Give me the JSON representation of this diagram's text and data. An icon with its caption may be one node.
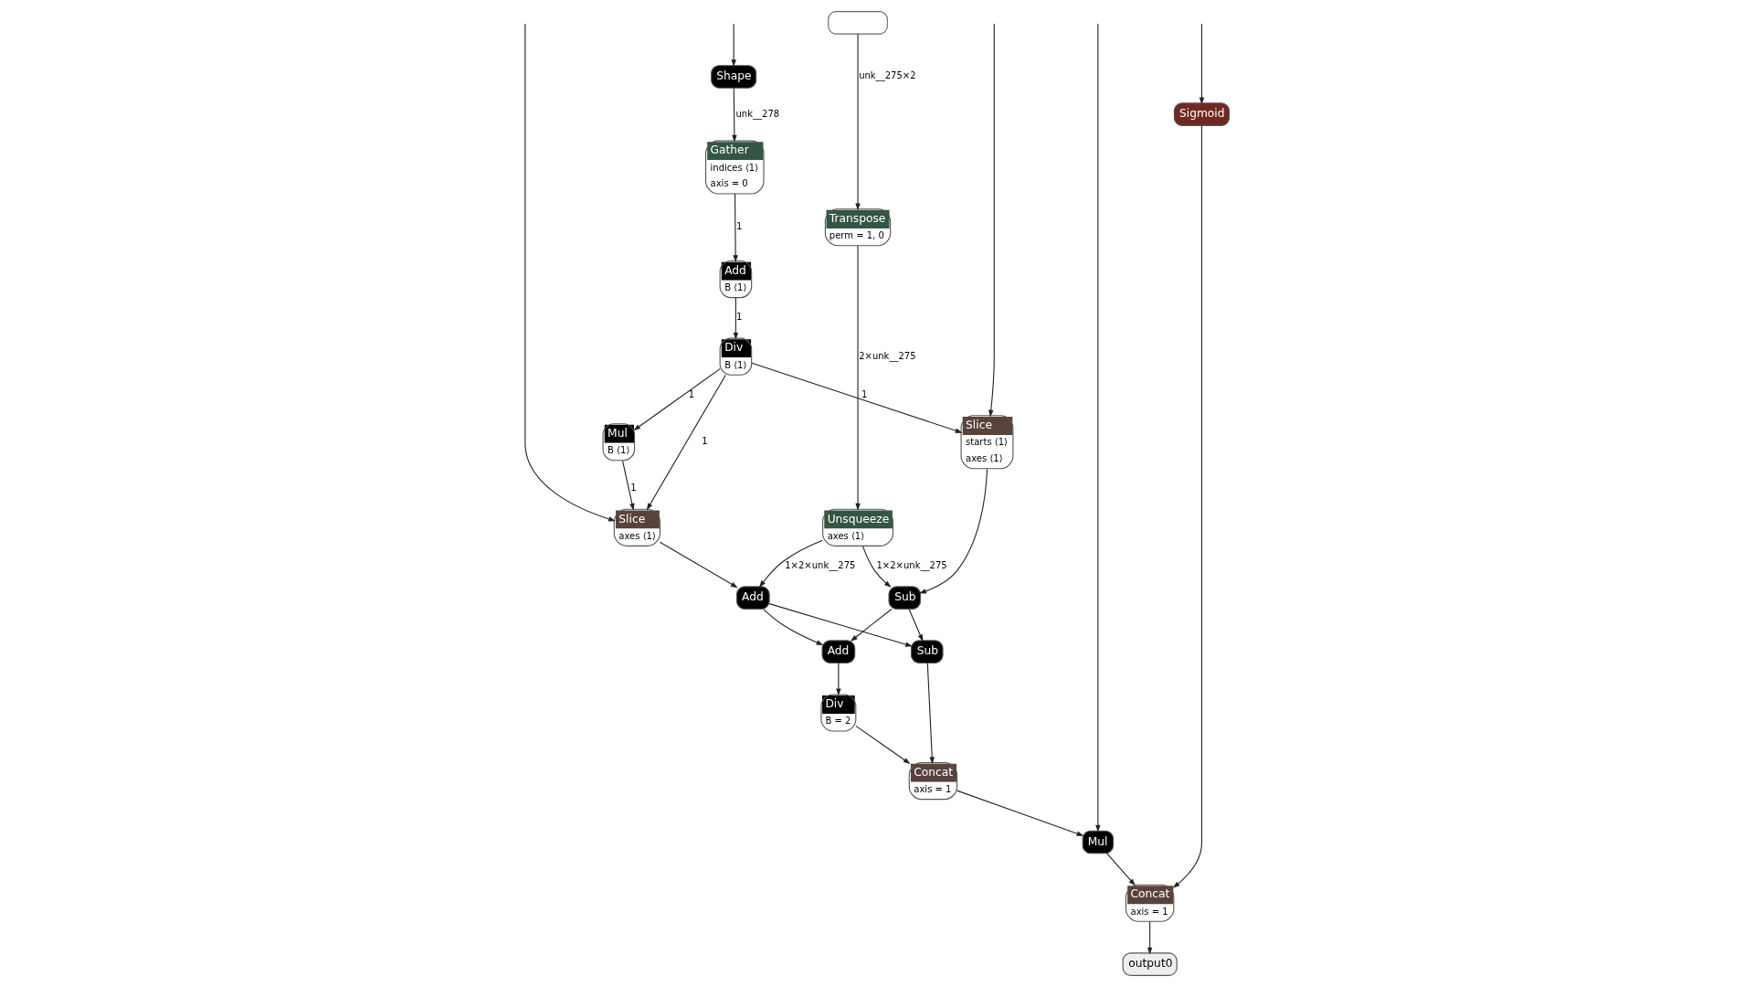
{
  "diagram": {
    "nodes": [
      {
        "text": [],
        "shape": "box"
      },
      {
        "text": [
          "Transpose",
          "perm = 1, 0"
        ]
      },
      {
        "text": [
          "Shape"
        ]
      },
      {
        "text": [
          "Gather",
          "indices ⟨1⟩",
          "axis = 0"
        ]
      },
      {
        "text": [
          "Add",
          "B ⟨1⟩"
        ]
      },
      {
        "text": [
          "Div",
          "B ⟨1⟩"
        ]
      },
      {
        "text": [
          "Slice",
          "starts ⟨1⟩",
          "axes ⟨1⟩"
        ]
      },
      {
        "text": [
          "Mul",
          "B ⟨1⟩"
        ]
      },
      {
        "text": [
          "Slice",
          "axes ⟨1⟩"
        ]
      },
      {
        "text": [
          "Unsqueeze",
          "axes ⟨1⟩"
        ]
      },
      {
        "text": [
          "Sub"
        ]
      },
      {
        "text": [
          "Add"
        ]
      },
      {
        "text": [
          "Add"
        ]
      },
      {
        "text": [
          "Sub"
        ]
      },
      {
        "text": [
          "Div",
          "B = 2"
        ]
      },
      {
        "text": [
          "Concat",
          "axis = 1"
        ]
      },
      {
        "text": [
          "Mul"
        ]
      },
      {
        "text": [
          "Sigmoid"
        ]
      },
      {
        "text": [
          "Concat",
          "axis = 1"
        ]
      },
      {
        "text": [
          "output0"
        ]
      }
    ],
    "edges": [
      {
        "from": 0,
        "to": 1,
        "arrow": "to",
        "label": "unk__275×2"
      },
      {
        "from": 1,
        "to": 9,
        "arrow": "to",
        "label": "2×unk__275"
      },
      {
        "from": null,
        "to": 2,
        "arrow": "to"
      },
      {
        "from": 2,
        "to": 3,
        "arrow": "to",
        "label": "unk__278"
      },
      {
        "from": 3,
        "to": 4,
        "arrow": "to",
        "label": "1"
      },
      {
        "from": 4,
        "to": 5,
        "arrow": "to",
        "label": "1"
      },
      {
        "from": null,
        "to": 6,
        "arrow": "to"
      },
      {
        "from": 5,
        "to": 6,
        "arrow": "to",
        "label": "1"
      },
      {
        "from": 5,
        "to": 7,
        "arrow": "to",
        "label": "1"
      },
      {
        "from": null,
        "to": 8,
        "arrow": "to"
      },
      {
        "from": 5,
        "to": 8,
        "arrow": "to",
        "label": "1"
      },
      {
        "from": 7,
        "to": 8,
        "arrow": "to",
        "label": "1"
      },
      {
        "from": 9,
        "to": 10,
        "arrow": "to",
        "label": "1×2×unk__275"
      },
      {
        "from": 9,
        "to": 11,
        "arrow": "to",
        "label": "1×2×unk__275"
      },
      {
        "from": 6,
        "to": 10,
        "arrow": "to"
      },
      {
        "from": 8,
        "to": 11,
        "arrow": "to"
      },
      {
        "from": 10,
        "to": 12,
        "arrow": "to"
      },
      {
        "from": 11,
        "to": 12,
        "arrow": "to"
      },
      {
        "from": 10,
        "to": 13,
        "arrow": "to"
      },
      {
        "from": 11,
        "to": 13,
        "arrow": "to"
      },
      {
        "from": 12,
        "to": 14,
        "arrow": "to"
      },
      {
        "from": null,
        "to": 17,
        "arrow": "to"
      },
      {
        "from": 14,
        "to": 15,
        "arrow": "to"
      },
      {
        "from": 13,
        "to": 15,
        "arrow": "to"
      },
      {
        "from": null,
        "to": 16,
        "arrow": "to"
      },
      {
        "from": 15,
        "to": 16,
        "arrow": "to"
      },
      {
        "from": 16,
        "to": 18,
        "arrow": "to"
      },
      {
        "from": 17,
        "to": 18,
        "arrow": "to"
      },
      {
        "from": 18,
        "to": 19,
        "arrow": "to"
      }
    ]
  }
}
